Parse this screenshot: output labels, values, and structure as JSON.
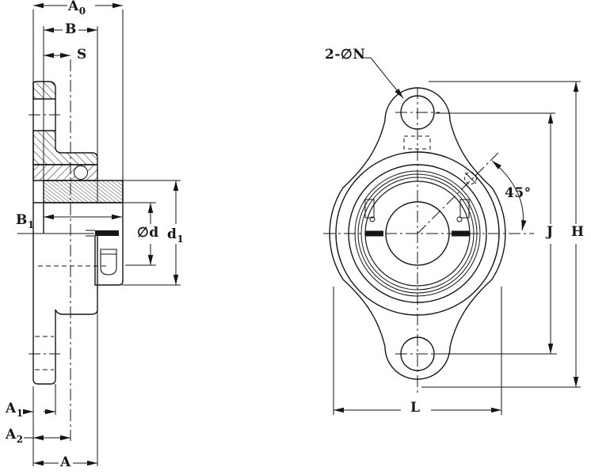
{
  "drawing": {
    "type": "bearing-flange-unit-technical-drawing",
    "background": "#ffffff",
    "line_color": "#161616",
    "views": [
      {
        "name": "side-section-view"
      },
      {
        "name": "front-view"
      }
    ],
    "labels": {
      "a0": {
        "main": "A",
        "sub": "0"
      },
      "b": {
        "main": "B"
      },
      "s": {
        "main": "S"
      },
      "b1": {
        "main": "B",
        "sub": "1"
      },
      "bore": {
        "main": "∅d"
      },
      "d1": {
        "main": "d",
        "sub": "1"
      },
      "a1": {
        "main": "A",
        "sub": "1"
      },
      "a2": {
        "main": "A",
        "sub": "2"
      },
      "a": {
        "main": "A"
      },
      "boltholes": {
        "main": "2-∅N"
      },
      "angle": {
        "main": "45°"
      },
      "j": {
        "main": "J"
      },
      "h": {
        "main": "H"
      },
      "l": {
        "main": "L"
      }
    }
  }
}
